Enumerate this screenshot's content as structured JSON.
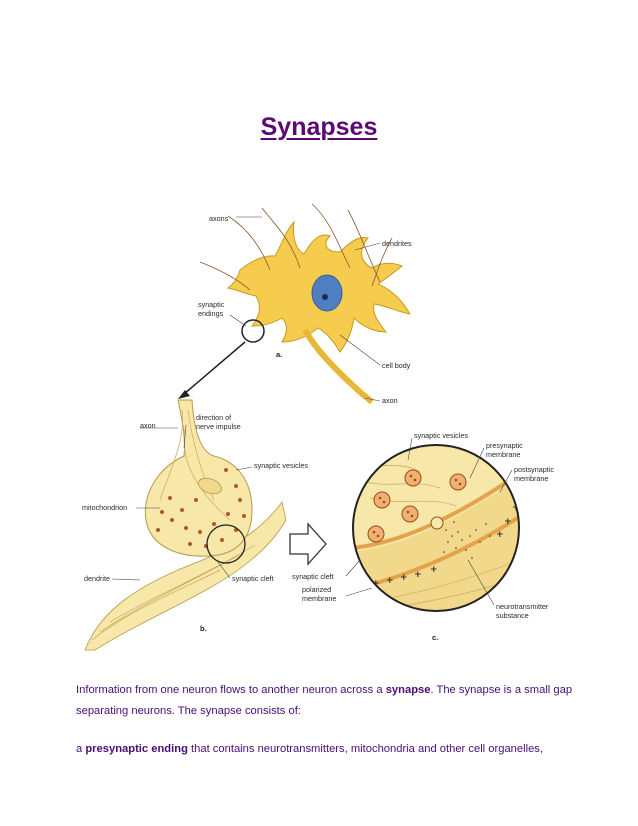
{
  "title": "Synapses",
  "figure": {
    "labels": {
      "axons": "axons",
      "dendrites_a": "dendrites",
      "synaptic": "synaptic",
      "endings": "endings",
      "cell_body": "cell body",
      "axon_a": "axon",
      "axon_b": "axon",
      "direction_1": "direction of",
      "direction_2": "nerve impulse",
      "synaptic_vesicles_b": "synaptic vesicles",
      "mitochondrion": "mitochondrion",
      "dendrite": "dendrite",
      "synaptic_cleft_b": "synaptic cleft",
      "synaptic_vesicles_c": "synaptic vesicles",
      "presynaptic_1": "presynaptic",
      "presynaptic_2": "membrane",
      "postsynaptic_1": "postsynaptic",
      "postsynaptic_2": "membrane",
      "synaptic_cleft_c": "synaptic cleft",
      "polarized_1": "polarized",
      "polarized_2": "membrane",
      "neuro_1": "neurotransmitter",
      "neuro_2": "substance",
      "panel_a": "a.",
      "panel_b": "b.",
      "panel_c": "c."
    }
  },
  "paragraph1": {
    "pre": "Information from one neuron flows to another neuron across a ",
    "bold": "synapse",
    "post": ". The synapse is a small gap separating neurons. The synapse consists of:"
  },
  "paragraph2": {
    "pre": "a ",
    "bold": "presynaptic ending",
    "post": " that contains neurotransmitters, mitochondria and other cell organelles,"
  },
  "colors": {
    "title": "#5b0a73",
    "text": "#4a0d78",
    "neuron_fill": "#f6cc4e",
    "nucleus": "#4f7fc0",
    "membrane_fill": "#f7e7a8",
    "vesicle": "#b5542a"
  }
}
